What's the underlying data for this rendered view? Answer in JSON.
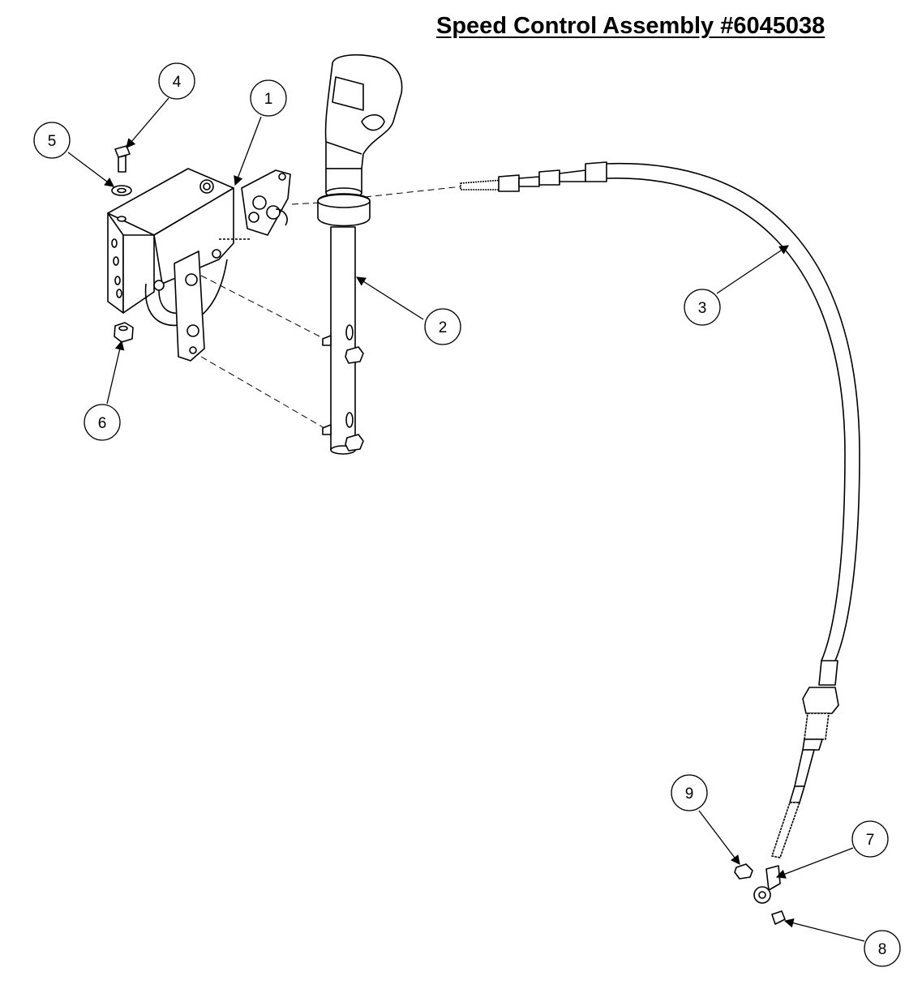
{
  "title": "Speed Control Assembly #6045038",
  "callouts": [
    {
      "id": "1",
      "label": "1"
    },
    {
      "id": "2",
      "label": "2"
    },
    {
      "id": "3",
      "label": "3"
    },
    {
      "id": "4",
      "label": "4"
    },
    {
      "id": "5",
      "label": "5"
    },
    {
      "id": "6",
      "label": "6"
    },
    {
      "id": "7",
      "label": "7"
    },
    {
      "id": "8",
      "label": "8"
    },
    {
      "id": "9",
      "label": "9"
    }
  ]
}
